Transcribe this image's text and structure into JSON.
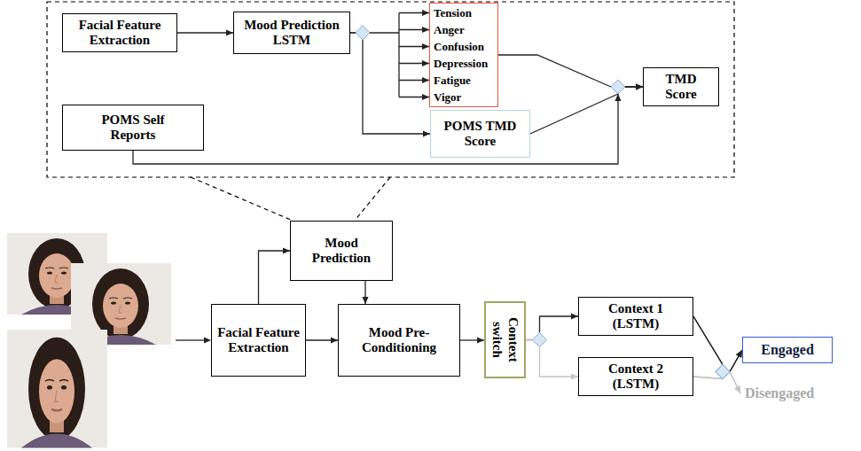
{
  "diagram": {
    "nodes": [
      {
        "text": [
          "Facial Feature Extraction"
        ]
      },
      {
        "text": [
          "Mood Prediction LSTM"
        ]
      },
      {
        "text": [
          "Tension",
          "Anger",
          "Confusion",
          "Depression",
          "Fatigue",
          "Vigor"
        ]
      },
      {
        "text": [
          "POMS TMD Score"
        ]
      },
      {
        "text": [
          "POMS Self Reports"
        ]
      },
      {
        "text": [
          "TMD Score"
        ]
      },
      {
        "text": [
          "Mood Prediction"
        ]
      },
      {
        "text": [
          "Facial Feature Extraction"
        ]
      },
      {
        "text": [
          "Mood Pre-Conditioning"
        ]
      },
      {
        "text": [
          "Context switch"
        ]
      },
      {
        "text": [
          "Context 1 (LSTM)"
        ]
      },
      {
        "text": [
          "Context 2 (LSTM)"
        ]
      },
      {
        "text": [
          "Engaged"
        ]
      },
      {
        "text": [
          "Disengaged"
        ]
      }
    ],
    "edges": [
      {
        "from": 0,
        "to": 1,
        "arrow": "to"
      },
      {
        "from": 1,
        "to": 2,
        "arrow": "to"
      },
      {
        "from": 1,
        "to": 3,
        "arrow": "to"
      },
      {
        "from": 2,
        "to": 5,
        "arrow": "to"
      },
      {
        "from": 3,
        "to": 5,
        "arrow": "to"
      },
      {
        "from": 4,
        "to": 5,
        "arrow": "to"
      },
      {
        "from": 7,
        "to": 6,
        "arrow": "to"
      },
      {
        "from": 6,
        "to": 8,
        "arrow": "to"
      },
      {
        "from": 7,
        "to": 8,
        "arrow": "to"
      },
      {
        "from": 8,
        "to": 9,
        "arrow": "to"
      },
      {
        "from": 9,
        "to": 10,
        "arrow": "to"
      },
      {
        "from": 9,
        "to": 11,
        "arrow": "to"
      },
      {
        "from": 10,
        "to": 12,
        "arrow": "to"
      },
      {
        "from": 10,
        "to": 13,
        "arrow": "to"
      },
      {
        "from": 11,
        "to": 12,
        "arrow": "to"
      },
      {
        "from": 11,
        "to": 13,
        "arrow": "to"
      }
    ]
  }
}
